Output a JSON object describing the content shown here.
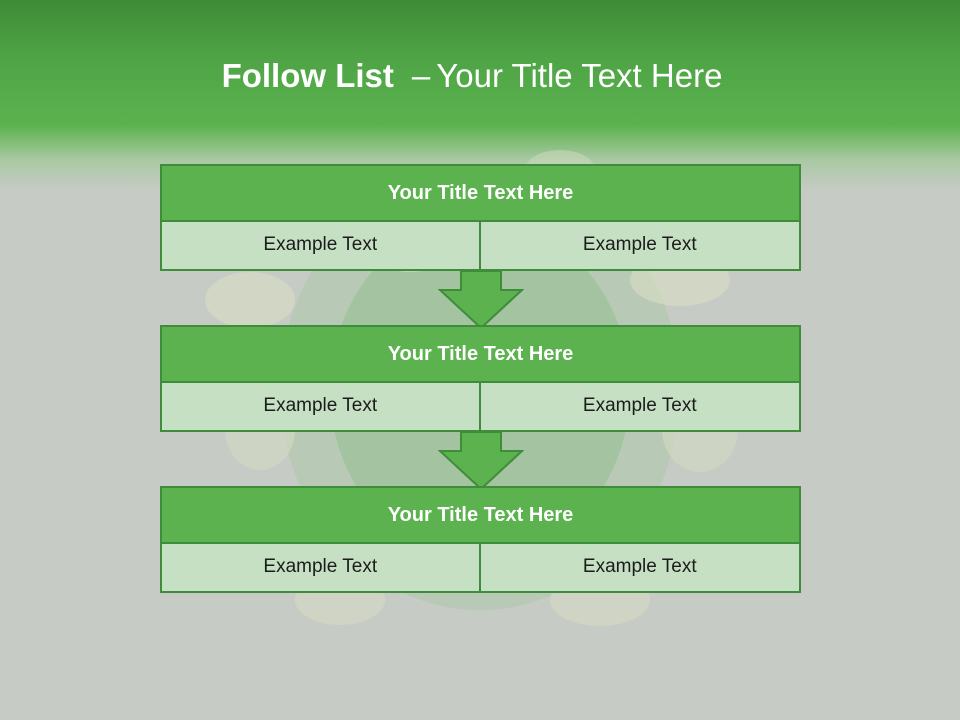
{
  "slide": {
    "title_bold": "Follow List",
    "title_separator": "–",
    "title_rest": "Your Title Text Here"
  },
  "steps": [
    {
      "title": "Your Title Text Here",
      "left": "Example Text",
      "right": "Example Text"
    },
    {
      "title": "Your Title Text Here",
      "left": "Example Text",
      "right": "Example Text"
    },
    {
      "title": "Your Title Text Here",
      "left": "Example Text",
      "right": "Example Text"
    }
  ],
  "colors": {
    "header_green": "#5bb24e",
    "box_title_fill": "#5bb24e",
    "box_border": "#3f8d3a",
    "cell_fill": "#c5e0c2",
    "background": "#c6cbc5"
  }
}
